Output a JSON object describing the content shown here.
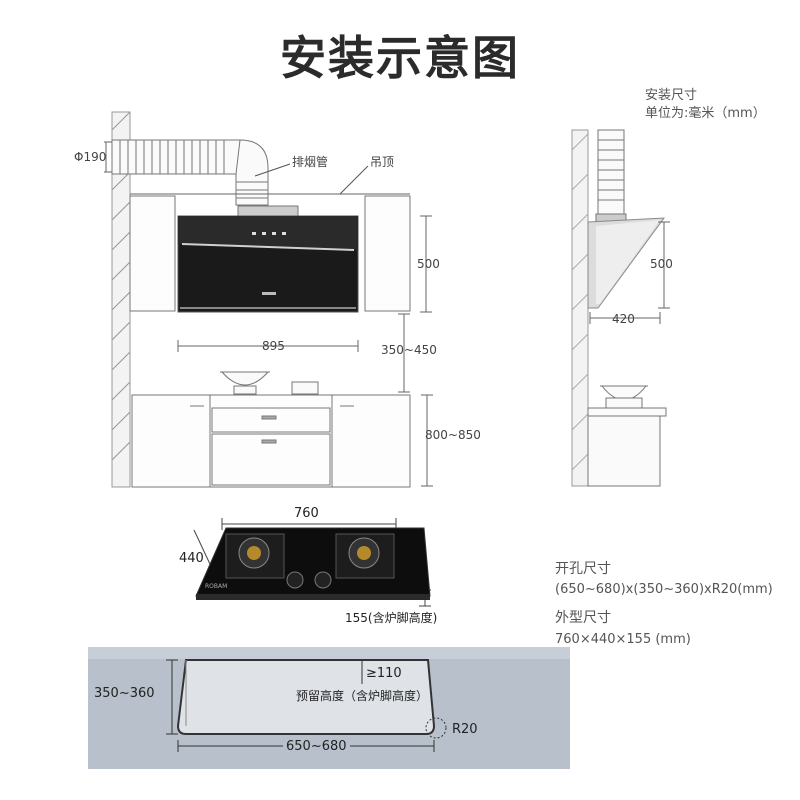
{
  "title": "安装示意图",
  "install_note": {
    "line1": "安装尺寸",
    "line2": "单位为:毫米（mm）"
  },
  "labels": {
    "pipe_diameter": "Φ190",
    "exhaust_pipe": "排烟管",
    "ceiling": "吊顶",
    "hood_height": "500",
    "hood_width": "895",
    "hood_to_stove": "350~450",
    "cabinet_height": "800~850",
    "side_height": "500",
    "side_depth": "420"
  },
  "cooktop": {
    "width": "760",
    "depth": "440",
    "height": "155(含炉脚高度)",
    "brand": "ROBAM"
  },
  "specs": {
    "cutout_title": "开孔尺寸",
    "cutout_value": "(650~680)x(350~360)xR20(mm)",
    "outer_title": "外型尺寸",
    "outer_value": "760×440×155 (mm)"
  },
  "cutout": {
    "depth": "350~360",
    "clearance": "≥110",
    "reserve": "预留高度（含炉脚高度）",
    "radius": "R20",
    "width": "650~680"
  },
  "colors": {
    "line": "#555555",
    "hood": "#1a1a1a",
    "panel": "#b8c0cb"
  }
}
